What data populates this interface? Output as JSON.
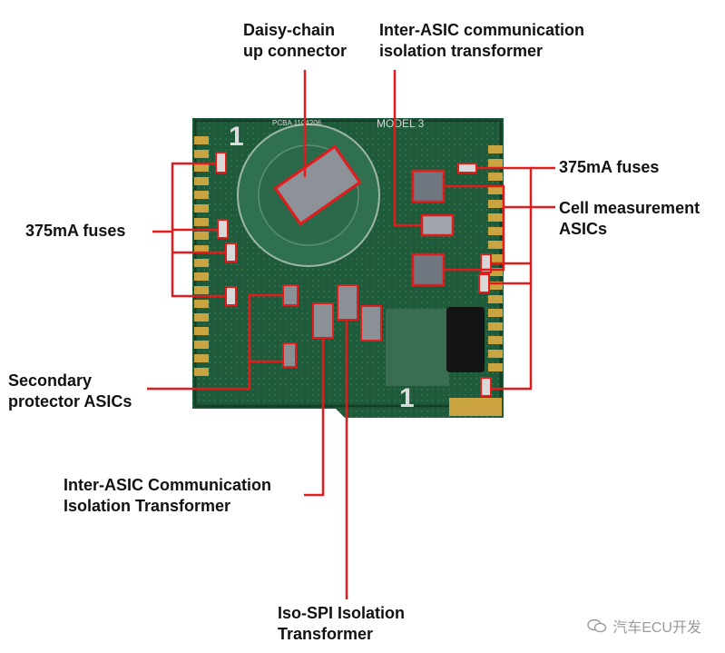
{
  "labels": {
    "daisy_chain": [
      "Daisy-chain",
      "up connector"
    ],
    "inter_asic_top": [
      "Inter-ASIC communication",
      "isolation transformer"
    ],
    "fuses_left": "375mA fuses",
    "fuses_right": "375mA fuses",
    "cell_measurement": [
      "Cell measurement",
      "ASICs"
    ],
    "secondary_protector": [
      "Secondary",
      "protector ASICs"
    ],
    "inter_asic_bottom": [
      "Inter-ASIC Communication",
      "Isolation Transformer"
    ],
    "iso_spi": [
      "Iso-SPI Isolation",
      "Transformer"
    ]
  },
  "board_text": {
    "model": "MODEL 3",
    "number_one": "1",
    "pcb": "PCBA 1104206"
  },
  "watermark": "汽车ECU开发",
  "colors": {
    "callout": "#e31b1b",
    "pcb_green": "#1f5a3a",
    "pad_gold": "#c9a441"
  }
}
